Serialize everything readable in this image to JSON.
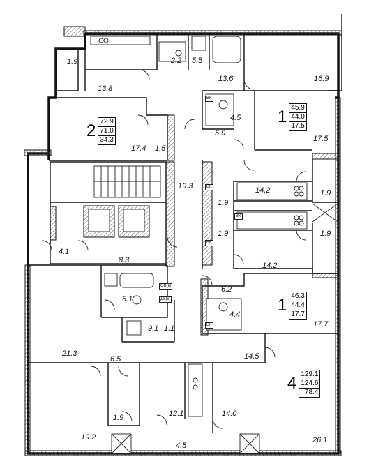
{
  "areas": {
    "r_1_9_top": "1.9",
    "r_13_8": "13.8",
    "r_2_2": "2.2",
    "r_5_5": "5.5",
    "r_13_6": "13.6",
    "r_16_9": "16.9",
    "r_4_5_upper": "4.5",
    "r_5_9": "5.9",
    "r_17_5": "17.5",
    "r_17_4": "17.4",
    "r_1_5": "1.5",
    "r_19_3": "19.3",
    "r_14_2_upper": "14.2",
    "r_1_9_right_a": "1.9",
    "r_1_9_mid_a": "1.9",
    "r_1_9_mid_b": "1.9",
    "r_1_9_right_b": "1.9",
    "r_4_1": "4.1",
    "r_8_3": "8.3",
    "r_14_2_lower": "14.2",
    "r_6_2": "6.2",
    "r_6_1": "6.1",
    "r_4_4": "4.4",
    "r_17_7": "17.7",
    "r_9_1": "9.1",
    "r_1_1": "1.1",
    "r_21_3": "21.3",
    "r_6_5": "6.5",
    "r_14_5": "14.5",
    "r_12_1": "12.1",
    "r_14_0": "14.0",
    "r_1_9_bottom": "1.9",
    "r_19_2": "19.2",
    "r_4_5_bottom": "4.5",
    "r_26_1": "26.1"
  },
  "units": [
    {
      "rooms": "2",
      "total": "72.9",
      "area": "71.0",
      "living": "34.3"
    },
    {
      "rooms": "1",
      "total": "45.9",
      "area": "44.0",
      "living": "17.5"
    },
    {
      "rooms": "1",
      "total": "46.3",
      "area": "44.4",
      "living": "17.7"
    },
    {
      "rooms": "4",
      "total": "129.1",
      "area": "124.6",
      "living": "78.4"
    }
  ],
  "tags": {
    "vk": "ВК",
    "ov": "ОВ(к)",
    "dk": "ДК(к)"
  }
}
